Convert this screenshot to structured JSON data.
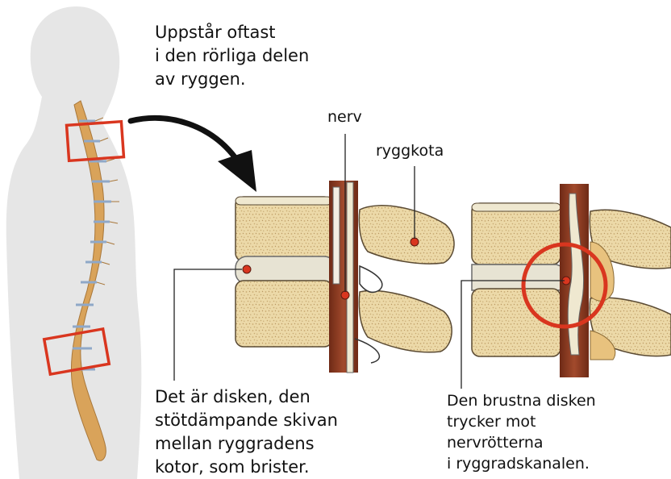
{
  "top_caption": [
    "Uppstår oftast",
    "i den rörliga delen",
    "av ryggen."
  ],
  "label_nerv": "nerv",
  "label_ryggkota": "ryggkota",
  "caption_left": [
    "Det är disken, den",
    "stötdämpande skivan",
    "mellan ryggradens",
    "kotor, som brister."
  ],
  "caption_right": [
    "Den brustna disken",
    "trycker mot",
    "nervrötterna",
    "i ryggradskanalen."
  ],
  "colors": {
    "highlight": "#d9361f",
    "bone": "#ecd9a8",
    "bone_speckle": "#c8a971",
    "nerve": "#8a3a22",
    "disc": "#e7e3d3",
    "silhouette": "#e6e6e6",
    "spine": "#d9a35a",
    "disc_blue": "#8fa8c8"
  }
}
